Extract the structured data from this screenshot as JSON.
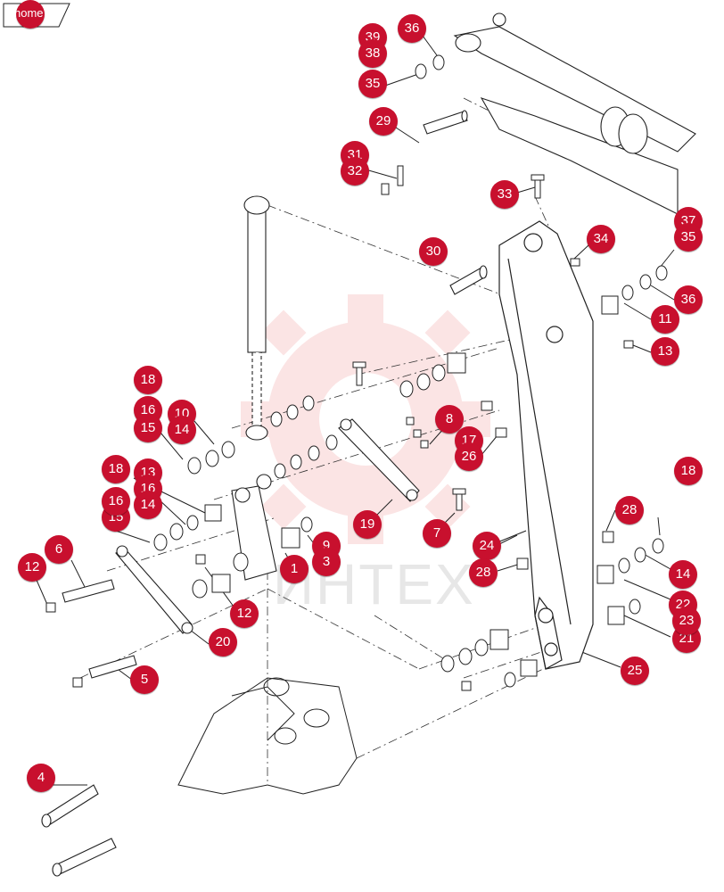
{
  "nav": {
    "home_label": "home"
  },
  "watermark": {
    "text": "ИНТЕХ",
    "gear_color": "#f4b4b4"
  },
  "colors": {
    "badge_fill": "#c8102e",
    "badge_text": "#ffffff",
    "line": "#222222"
  },
  "callouts": [
    "36",
    "39",
    "38",
    "35",
    "29",
    "31",
    "32",
    "33",
    "37",
    "35",
    "34",
    "30",
    "36",
    "11",
    "13",
    "18",
    "16",
    "10",
    "14",
    "15",
    "8",
    "17",
    "26",
    "18",
    "13",
    "16",
    "14",
    "15",
    "16",
    "19",
    "28",
    "18",
    "24",
    "6",
    "12",
    "1",
    "9",
    "3",
    "7",
    "28",
    "14",
    "12",
    "22",
    "20",
    "21",
    "23",
    "25",
    "5",
    "4"
  ]
}
